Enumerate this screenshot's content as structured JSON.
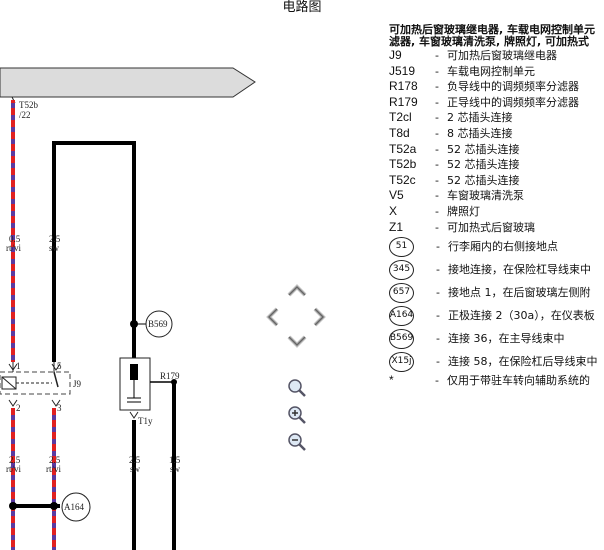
{
  "title": "电路图",
  "legend": {
    "header_line1": "可加热后窗玻璃继电器, 车载电网控制单元",
    "header_line2": "滤器, 车窗玻璃清洗泵, 牌照灯, 可加热式",
    "items": [
      {
        "code": "J9",
        "desc": "可加热后窗玻璃继电器"
      },
      {
        "code": "J519",
        "desc": "车载电网控制单元"
      },
      {
        "code": "R178",
        "desc": "负导线中的调频频率分滤器"
      },
      {
        "code": "R179",
        "desc": "正导线中的调频频率分滤器"
      },
      {
        "code": "T2cl",
        "desc": "2 芯插头连接"
      },
      {
        "code": "T8d",
        "desc": "8 芯插头连接"
      },
      {
        "code": "T52a",
        "desc": "52 芯插头连接"
      },
      {
        "code": "T52b",
        "desc": "52 芯插头连接"
      },
      {
        "code": "T52c",
        "desc": "52 芯插头连接"
      },
      {
        "code": "V5",
        "desc": "车窗玻璃清洗泵"
      },
      {
        "code": "X",
        "desc": "牌照灯"
      },
      {
        "code": "Z1",
        "desc": "可加热式后窗玻璃"
      }
    ],
    "ground_items": [
      {
        "code": "51",
        "desc": "行李厢内的右侧接地点"
      },
      {
        "code": "345",
        "desc": "接地连接，在保险杠导线束中"
      },
      {
        "code": "657",
        "desc": "接地点 1，在后窗玻璃左侧附"
      },
      {
        "code": "A164",
        "desc": "正极连接 2（30a），在仪表板"
      },
      {
        "code": "B569",
        "desc": "连接 36，在主导线束中"
      },
      {
        "code": "X15j",
        "desc": "连接 58，在保险杠后导线束中"
      }
    ],
    "footnote": {
      "code": "*",
      "desc": "仅用于带驻车转向辅助系统的"
    }
  },
  "diagram": {
    "connector_top": "T52b",
    "connector_top_pin": "/22",
    "wire1_top": {
      "size": "0.5",
      "color": "rt/vi"
    },
    "wire2_top": {
      "size": "2.5",
      "color": "sw"
    },
    "relay_label": "J9",
    "relay_pins": [
      "1",
      "5",
      "2",
      "3"
    ],
    "wire1_bottom": {
      "size": "2.5",
      "color": "rt/vi"
    },
    "wire2_bottom": {
      "size": "2.5",
      "color": "rt/vi"
    },
    "wire3_bottom": {
      "size": "2.5",
      "color": "sw"
    },
    "wire4_bottom": {
      "size": "1.5",
      "color": "sw"
    },
    "node_b569": "B569",
    "node_a164": "A164",
    "filter_label": "R179",
    "connector_t1y": "T1y"
  },
  "colors": {
    "wire_red": "#e02020",
    "wire_violet": "#5a3aa0",
    "bar": "#dcdcdc",
    "accent": "#000000"
  },
  "controls": {
    "nav": [
      "up-arrow-icon",
      "left-arrow-icon",
      "right-arrow-icon",
      "down-arrow-icon"
    ],
    "zoom": [
      "zoom-fit-icon",
      "zoom-in-icon",
      "zoom-out-icon"
    ]
  }
}
